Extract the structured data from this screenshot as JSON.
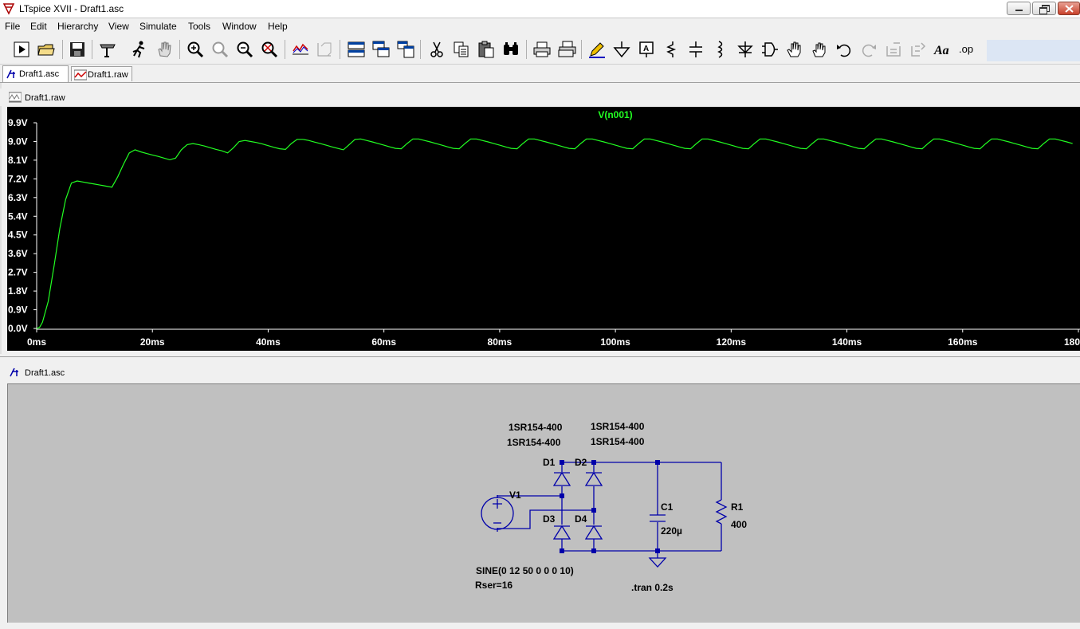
{
  "window": {
    "title": "LTspice XVII - Draft1.asc"
  },
  "menu": [
    "File",
    "Edit",
    "Hierarchy",
    "View",
    "Simulate",
    "Tools",
    "Window",
    "Help"
  ],
  "tabs": [
    {
      "label": "Draft1.asc",
      "active": true
    },
    {
      "label": "Draft1.raw",
      "active": false
    }
  ],
  "waveform_pane": {
    "title": "Draft1.raw"
  },
  "schematic_pane": {
    "title": "Draft1.asc"
  },
  "chart_data": {
    "type": "line",
    "title": "V(n001)",
    "series_color": "#22ff22",
    "background": "#000000",
    "y_ticks": [
      "9.9V",
      "9.0V",
      "8.1V",
      "7.2V",
      "6.3V",
      "5.4V",
      "4.5V",
      "3.6V",
      "2.7V",
      "1.8V",
      "0.9V",
      "0.0V"
    ],
    "x_ticks": [
      "0ms",
      "20ms",
      "40ms",
      "60ms",
      "80ms",
      "100ms",
      "120ms",
      "140ms",
      "160ms",
      "180"
    ],
    "xlim_ms": [
      0,
      180
    ],
    "ylim": [
      0,
      9.9
    ],
    "series": [
      {
        "name": "V(n001)",
        "x_ms": [
          0,
          0.5,
          1,
          2,
          3,
          4,
          5,
          6,
          7,
          8,
          9,
          10,
          11,
          12,
          13,
          14,
          15,
          16,
          17,
          18,
          19,
          20,
          21,
          22,
          23,
          24,
          25,
          26,
          27,
          28,
          29,
          30,
          31,
          32,
          33,
          34,
          35,
          36,
          37,
          38,
          39,
          40,
          41,
          42,
          43,
          44,
          45,
          46,
          47,
          48,
          49,
          50,
          51,
          52,
          53,
          54,
          55,
          56,
          57,
          58,
          59,
          60,
          61,
          62,
          63,
          64,
          65,
          66,
          67,
          68,
          69,
          70,
          71,
          72,
          73,
          74,
          75,
          76,
          77,
          78,
          79,
          80,
          81,
          82,
          83,
          84,
          85,
          86,
          87,
          88,
          89,
          90,
          91,
          92,
          93,
          94,
          95,
          96,
          97,
          98,
          99,
          100,
          101,
          102,
          103,
          104,
          105,
          106,
          107,
          108,
          109,
          110,
          111,
          112,
          113,
          114,
          115,
          116,
          117,
          118,
          119,
          120,
          121,
          122,
          123,
          124,
          125,
          126,
          127,
          128,
          129,
          130,
          131,
          132,
          133,
          134,
          135,
          136,
          137,
          138,
          139,
          140,
          141,
          142,
          143,
          144,
          145,
          146,
          147,
          148,
          149,
          150,
          151,
          152,
          153,
          154,
          155,
          156,
          157,
          158,
          159,
          160,
          161,
          162,
          163,
          164,
          165,
          166,
          167,
          168,
          169,
          170,
          171,
          172,
          173,
          174,
          175,
          176,
          177,
          178,
          179,
          180
        ],
        "values": [
          0,
          0.05,
          0.3,
          1.3,
          3.0,
          4.8,
          6.2,
          7.0,
          7.1,
          7.05,
          7.0,
          6.95,
          6.9,
          6.85,
          6.8,
          7.3,
          7.9,
          8.45,
          8.6,
          8.5,
          8.42,
          8.35,
          8.28,
          8.2,
          8.12,
          8.2,
          8.6,
          8.85,
          8.9,
          8.85,
          8.78,
          8.7,
          8.62,
          8.55,
          8.45,
          8.7,
          9.0,
          9.05,
          9.0,
          8.95,
          8.88,
          8.8,
          8.72,
          8.65,
          8.62,
          8.9,
          9.1,
          9.1,
          9.05,
          8.97,
          8.9,
          8.82,
          8.74,
          8.67,
          8.6,
          8.85,
          9.1,
          9.12,
          9.05,
          8.98,
          8.9,
          8.82,
          8.74,
          8.67,
          8.65,
          8.9,
          9.12,
          9.12,
          9.05,
          8.98,
          8.9,
          8.82,
          8.74,
          8.67,
          8.65,
          8.9,
          9.12,
          9.12,
          9.05,
          8.98,
          8.9,
          8.82,
          8.74,
          8.67,
          8.65,
          8.9,
          9.12,
          9.12,
          9.05,
          8.98,
          8.9,
          8.82,
          8.74,
          8.67,
          8.65,
          8.9,
          9.12,
          9.12,
          9.05,
          8.98,
          8.9,
          8.82,
          8.74,
          8.67,
          8.65,
          8.9,
          9.12,
          9.12,
          9.05,
          8.98,
          8.9,
          8.82,
          8.74,
          8.67,
          8.65,
          8.9,
          9.12,
          9.12,
          9.05,
          8.98,
          8.9,
          8.82,
          8.74,
          8.67,
          8.65,
          8.9,
          9.12,
          9.12,
          9.05,
          8.98,
          8.9,
          8.82,
          8.74,
          8.67,
          8.65,
          8.9,
          9.12,
          9.12,
          9.05,
          8.98,
          8.9,
          8.82,
          8.74,
          8.67,
          8.65,
          8.9,
          9.12,
          9.12,
          9.05,
          8.98,
          8.9,
          8.82,
          8.74,
          8.67,
          8.65,
          8.9,
          9.12,
          9.12,
          9.05,
          8.98,
          8.9,
          8.82,
          8.74,
          8.67,
          8.65,
          8.9,
          9.12,
          9.12,
          9.05,
          8.98,
          8.9,
          8.82,
          8.74,
          8.67,
          8.65,
          8.9,
          9.12,
          9.12,
          9.05,
          8.98,
          8.9
        ]
      }
    ]
  },
  "schematic": {
    "labels": {
      "d1_model": "1SR154-400",
      "d2_model": "1SR154-400",
      "d3_model": "1SR154-400",
      "d4_model": "1SR154-400",
      "d1": "D1",
      "d2": "D2",
      "d3": "D3",
      "d4": "D4",
      "v1": "V1",
      "c1": "C1",
      "c1_value": "220µ",
      "r1": "R1",
      "r1_value": "400",
      "source_func": "SINE(0 12 50 0 0 0 10)",
      "source_rser": "Rser=16",
      "directive": ".tran 0.2s"
    },
    "wire_color": "#0000aa"
  }
}
